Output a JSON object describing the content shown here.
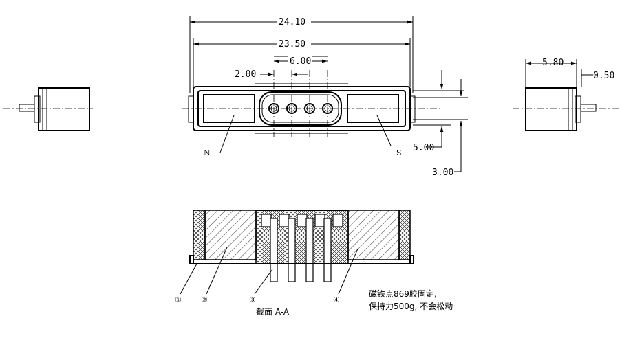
{
  "dimensions": {
    "overall_width": "24.10",
    "inner_width": "23.50",
    "pitch_pin": "2.00",
    "pin_span": "6.00",
    "side_depth": "5.80",
    "tab_thickness": "0.50",
    "height_a": "5.00",
    "height_b": "3.00"
  },
  "magnet_labels": {
    "north": "N",
    "south": "S"
  },
  "section": {
    "title": "截面 A-A",
    "callouts": [
      "①",
      "②",
      "③",
      "④"
    ],
    "note_line1": "磁铁点869胶固定,",
    "note_line2": "保持力500g, 不会松动"
  }
}
